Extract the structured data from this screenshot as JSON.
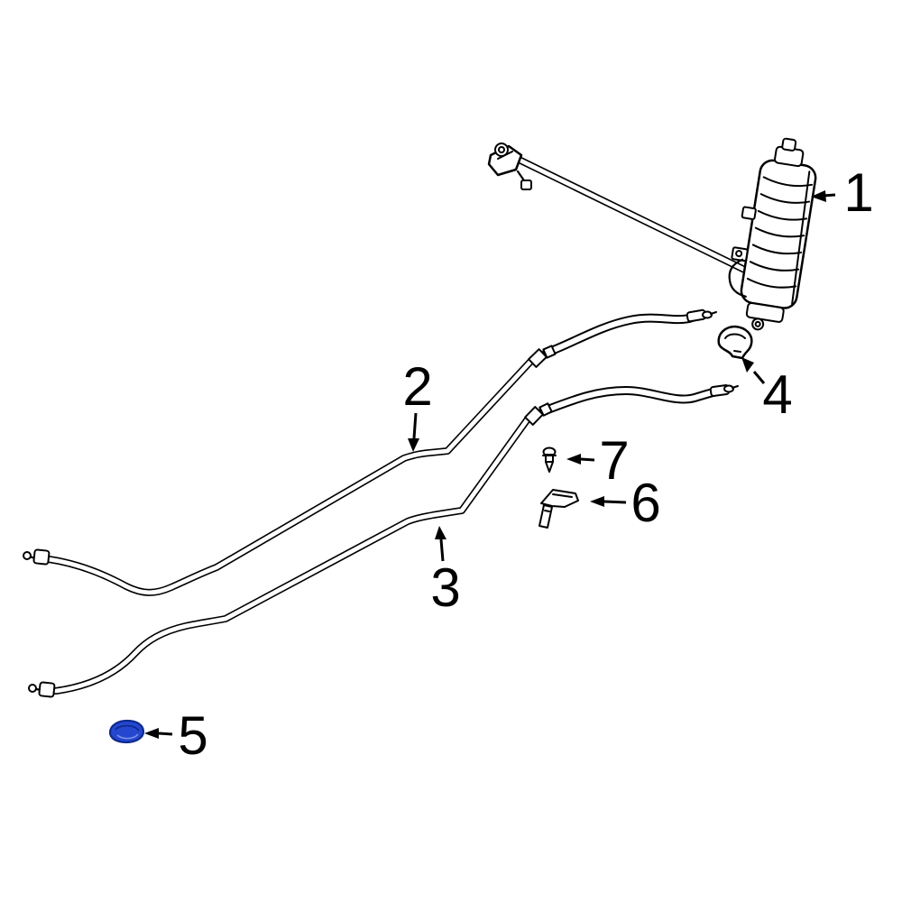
{
  "figure": {
    "background_color": "#ffffff",
    "line_color": "#000000",
    "highlight_fill": "#2547cf",
    "highlight_stroke": "#0e2a8e",
    "callouts": [
      {
        "label": "1"
      },
      {
        "label": "2"
      },
      {
        "label": "3"
      },
      {
        "label": "4"
      },
      {
        "label": "5"
      },
      {
        "label": "6"
      },
      {
        "label": "7"
      }
    ]
  }
}
